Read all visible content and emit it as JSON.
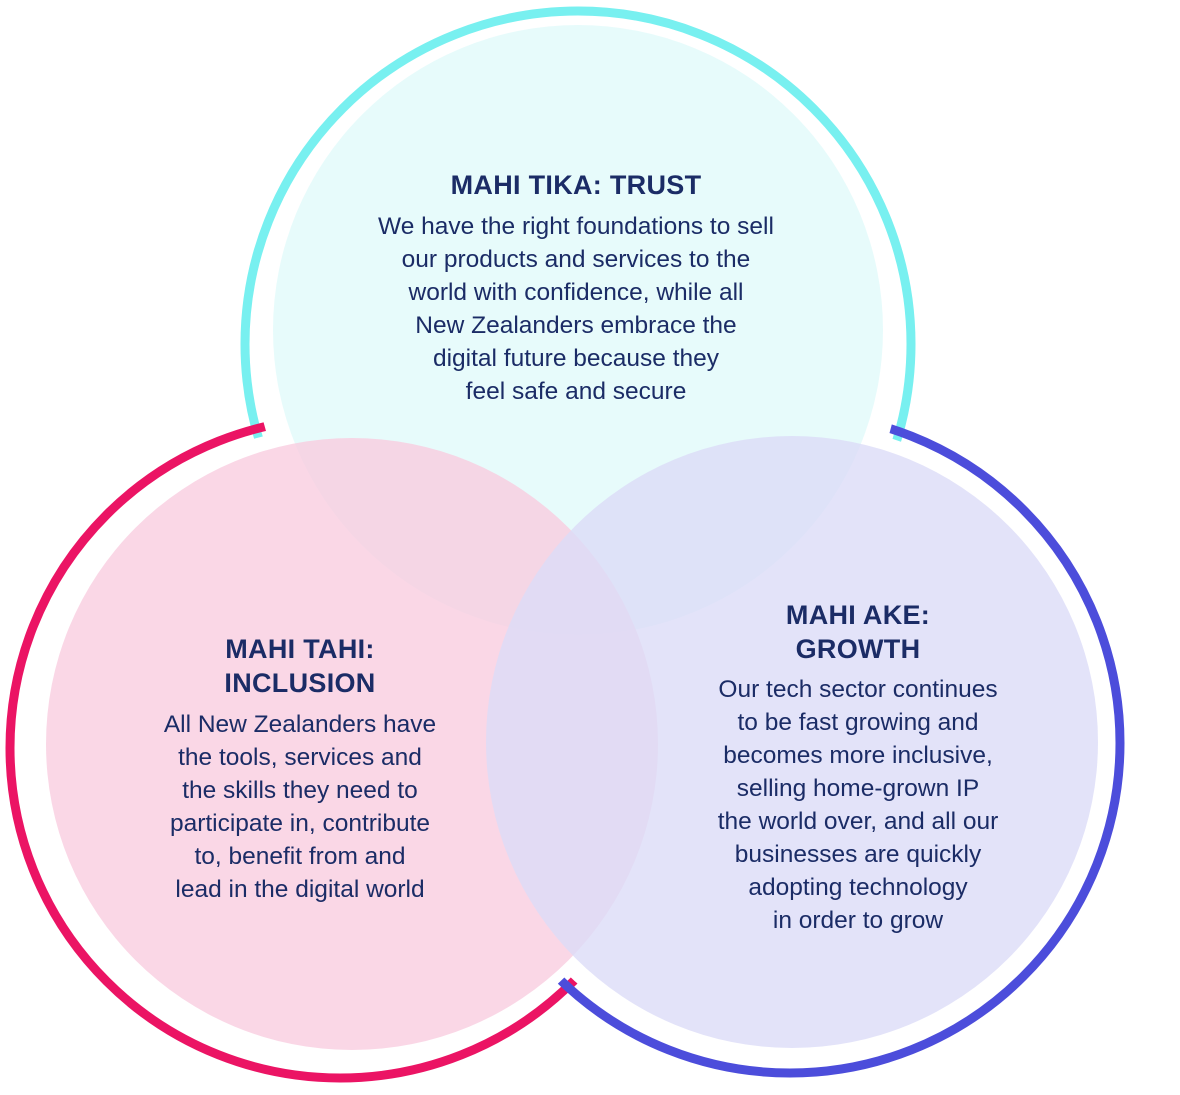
{
  "colors": {
    "trust_ring": "#78f0f0",
    "trust_fill": "#e3fafa",
    "inclusion_ring": "#eb1464",
    "inclusion_fill": "#f9cde0",
    "growth_ring": "#4c4ddb",
    "growth_fill": "#dcdcf7",
    "text": "#1b2c66"
  },
  "circles": {
    "trust": {
      "heading": "MAHI TIKA: TRUST",
      "body": "We have the right foundations to sell\nour products and services to the\nworld with confidence, while all\nNew Zealanders embrace the\ndigital future because they\nfeel safe and secure"
    },
    "inclusion": {
      "heading": "MAHI TAHI:\nINCLUSION",
      "body": "All New Zealanders have\nthe tools, services and\nthe skills they need to\nparticipate in, contribute\nto, benefit from and\nlead in the digital world"
    },
    "growth": {
      "heading": "MAHI AKE:\nGROWTH",
      "body": "Our tech sector continues\nto be fast growing and\nbecomes more inclusive,\nselling home-grown IP\nthe world over, and all our\nbusinesses are quickly\nadopting technology\nin order to grow"
    }
  }
}
